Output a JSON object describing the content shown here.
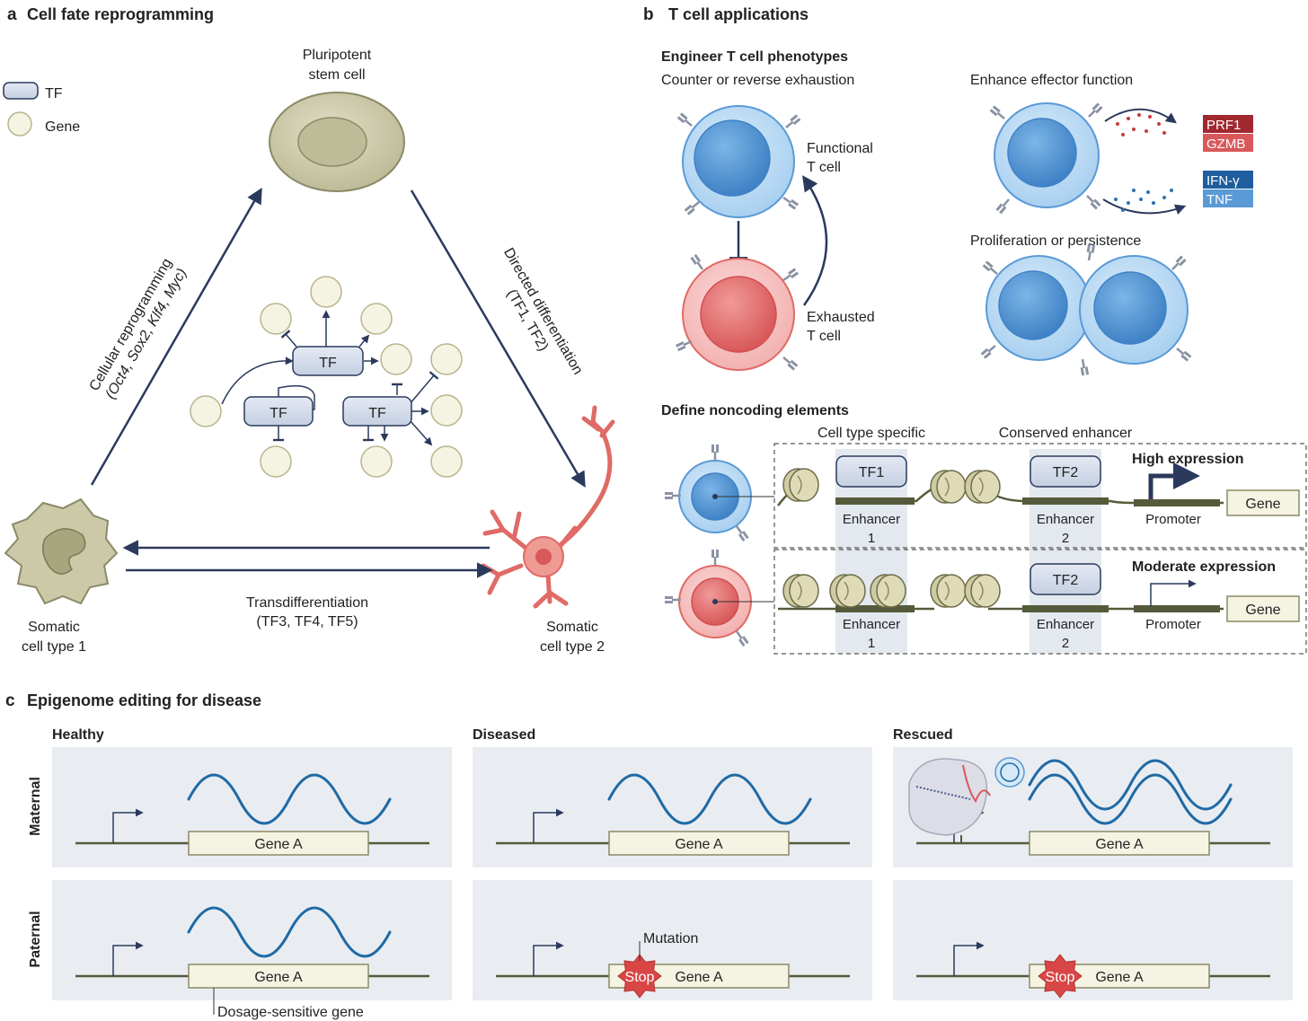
{
  "panel_a": {
    "letter": "a",
    "title": "Cell fate reprogramming",
    "legend": {
      "tf": "TF",
      "gene": "Gene"
    },
    "pluripotent": [
      "Pluripotent",
      "stem cell"
    ],
    "somatic1": [
      "Somatic",
      "cell type 1"
    ],
    "somatic2": [
      "Somatic",
      "cell type 2"
    ],
    "reprogramming": [
      "Cellular reprogramming",
      "(Oct4, Sox2, Klf4, Myc)"
    ],
    "directed": [
      "Directed differentiation",
      "(TF1, TF2)"
    ],
    "transdiff": [
      "Transdifferentiation",
      "(TF3, TF4, TF5)"
    ],
    "tf_label": "TF"
  },
  "panel_b": {
    "letter": "b",
    "title": "T cell applications",
    "engineer_title": "Engineer T cell phenotypes",
    "counter": "Counter or reverse exhaustion",
    "functional": [
      "Functional",
      "T cell"
    ],
    "exhausted": [
      "Exhausted",
      "T cell"
    ],
    "enhance": "Enhance effector function",
    "prolif": "Proliferation or persistence",
    "effectors": [
      {
        "label": "PRF1",
        "color": "#a0282e"
      },
      {
        "label": "GZMB",
        "color": "#d9585a"
      },
      {
        "label": "IFN-γ",
        "color": "#1f5e9e"
      },
      {
        "label": "TNF",
        "color": "#5a9ad6"
      }
    ],
    "noncoding_title": "Define noncoding elements",
    "cell_specific": "Cell type specific",
    "conserved": "Conserved enhancer",
    "tf1": "TF1",
    "tf2": "TF2",
    "enhancer": "Enhancer",
    "enh1": "1",
    "enh2": "2",
    "promoter": "Promoter",
    "gene": "Gene",
    "high": "High expression",
    "moderate": "Moderate expression"
  },
  "panel_c": {
    "letter": "c",
    "title": "Epigenome editing for disease",
    "columns": [
      "Healthy",
      "Diseased",
      "Rescued"
    ],
    "rows": [
      "Maternal",
      "Paternal"
    ],
    "gene": "Gene A",
    "stop": "Stop",
    "mutation": "Mutation",
    "dosage": "Dosage-sensitive gene"
  },
  "colors": {
    "arrow": "#2b3a5c",
    "blue_cell": "#6aa6dd",
    "red_cell": "#e77c7a",
    "khaki_cell": "#c9c7a5",
    "panel_bg": "#eaeef3",
    "wave": "#1f6aa5",
    "dna": "#555a3a",
    "stop": "#d94646"
  }
}
